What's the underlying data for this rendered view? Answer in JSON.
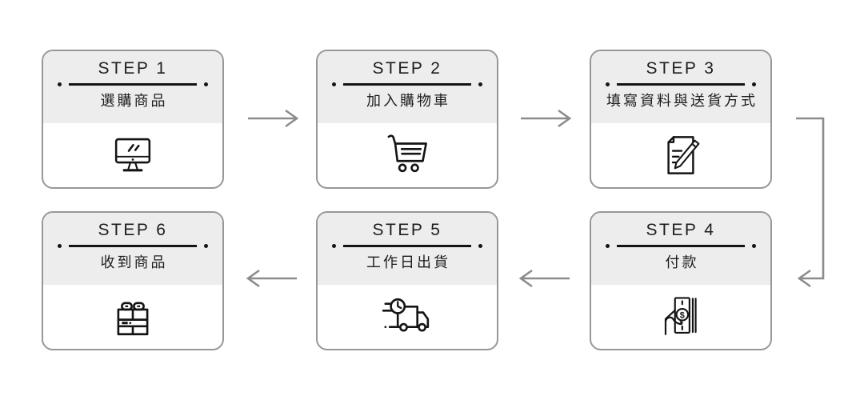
{
  "colors": {
    "background": "#ffffff",
    "card_border": "#979797",
    "card_header_bg": "#ededed",
    "text": "#1d1d1d",
    "divider": "#141414",
    "arrow": "#8c8c8c",
    "icon_stroke": "#141414"
  },
  "steps": [
    {
      "label": "STEP 1",
      "title": "選購商品",
      "icon": "monitor-icon"
    },
    {
      "label": "STEP 2",
      "title": "加入購物車",
      "icon": "shopping-cart-icon"
    },
    {
      "label": "STEP 3",
      "title": "填寫資料與送貨方式",
      "icon": "form-pencil-icon"
    },
    {
      "label": "STEP 4",
      "title": "付款",
      "icon": "cash-in-hand-icon"
    },
    {
      "label": "STEP 5",
      "title": "工作日出貨",
      "icon": "delivery-truck-icon"
    },
    {
      "label": "STEP 6",
      "title": "收到商品",
      "icon": "gift-box-icon"
    }
  ],
  "connectors": [
    {
      "name": "arrow-step1-to-step2",
      "direction": "right"
    },
    {
      "name": "arrow-step2-to-step3",
      "direction": "right"
    },
    {
      "name": "arrow-step3-to-step4",
      "direction": "elbow-down-left"
    },
    {
      "name": "arrow-step4-to-step5",
      "direction": "left"
    },
    {
      "name": "arrow-step5-to-step6",
      "direction": "left"
    }
  ]
}
